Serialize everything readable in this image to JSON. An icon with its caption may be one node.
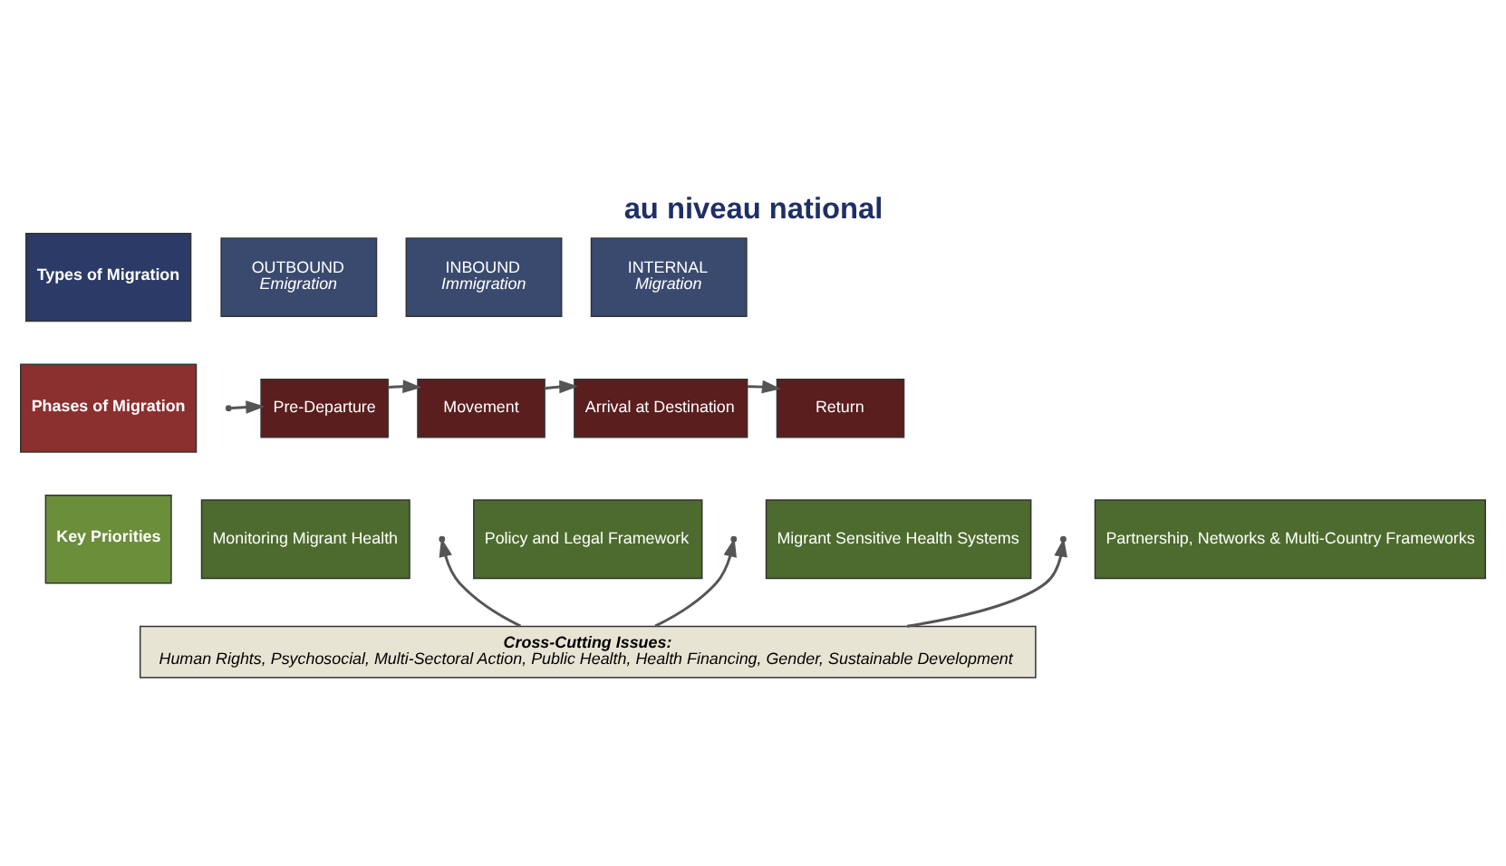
{
  "diagram": {
    "title": "au niveau national",
    "nodes": [
      {
        "text": [
          "Types of Migration"
        ]
      },
      {
        "text": [
          "OUTBOUND",
          "Emigration"
        ]
      },
      {
        "text": [
          "INBOUND",
          "Immigration"
        ]
      },
      {
        "text": [
          "INTERNAL",
          "Migration"
        ]
      },
      {
        "text": [
          "Phases of Migration"
        ]
      },
      {
        "text": [
          "Pre-Departure"
        ]
      },
      {
        "text": [
          "Movement"
        ]
      },
      {
        "text": [
          "Arrival at Destination"
        ]
      },
      {
        "text": [
          "Return"
        ]
      },
      {
        "text": [
          "Key Priorities"
        ]
      },
      {
        "text": [
          "Monitoring Migrant Health"
        ]
      },
      {
        "text": [
          "Policy and Legal Framework"
        ]
      },
      {
        "text": [
          "Migrant Sensitive Health Systems"
        ]
      },
      {
        "text": [
          "Partnership, Networks & Multi-Country Frameworks"
        ]
      },
      {
        "text": [
          "Cross-Cutting Issues:",
          "Human Rights, Psychosocial, Multi-Sectoral Action, Public Health, Health Financing, Gender, Sustainable Development"
        ]
      }
    ],
    "edges": [
      {
        "from": null,
        "to": 5,
        "arrow": "to"
      },
      {
        "from": 5,
        "to": 6,
        "arrow": "to"
      },
      {
        "from": 6,
        "to": 7,
        "arrow": "to"
      },
      {
        "from": 7,
        "to": 8,
        "arrow": "to"
      },
      {
        "from": 14,
        "to": null,
        "arrow": "to"
      },
      {
        "from": 14,
        "to": null,
        "arrow": "to"
      },
      {
        "from": 14,
        "to": null,
        "arrow": "to"
      }
    ]
  }
}
